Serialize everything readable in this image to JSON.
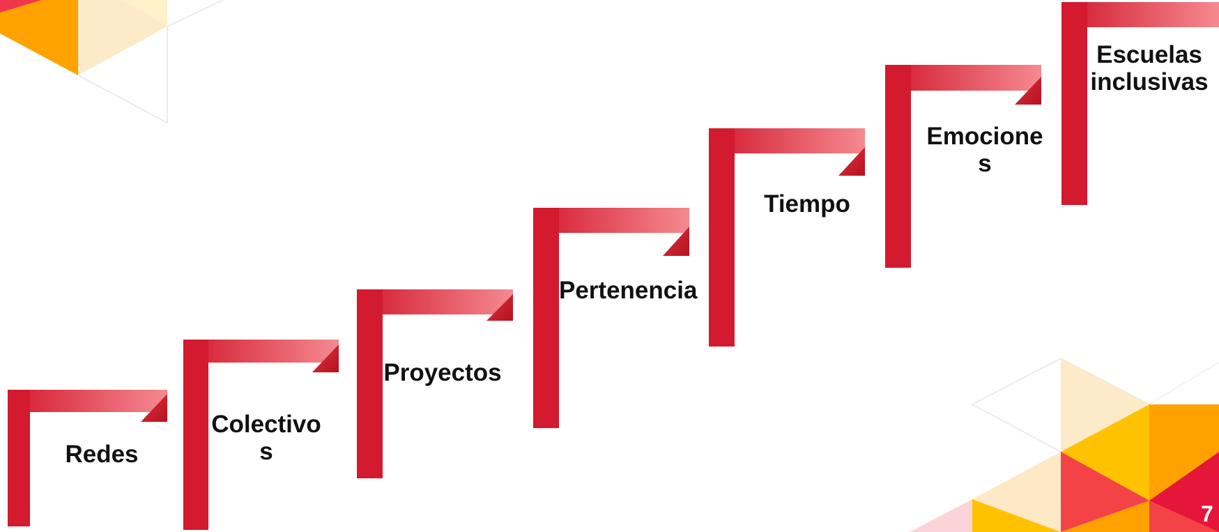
{
  "slide": {
    "steps": [
      {
        "label": "Redes"
      },
      {
        "label": "Colectivo\ns"
      },
      {
        "label": "Proyectos"
      },
      {
        "label": "Pertenencia"
      },
      {
        "label": "Tiempo"
      },
      {
        "label": "Emocione\ns"
      },
      {
        "label": "Escuelas\ninclusivas"
      }
    ],
    "page_number": "7",
    "colors": {
      "arrow_dark": "#d31a2e",
      "arrow_light": "#f58a91",
      "yellow": "#ffc200",
      "orange": "#ffa200",
      "red": "#f44347",
      "cream": "#fde8c2"
    }
  }
}
